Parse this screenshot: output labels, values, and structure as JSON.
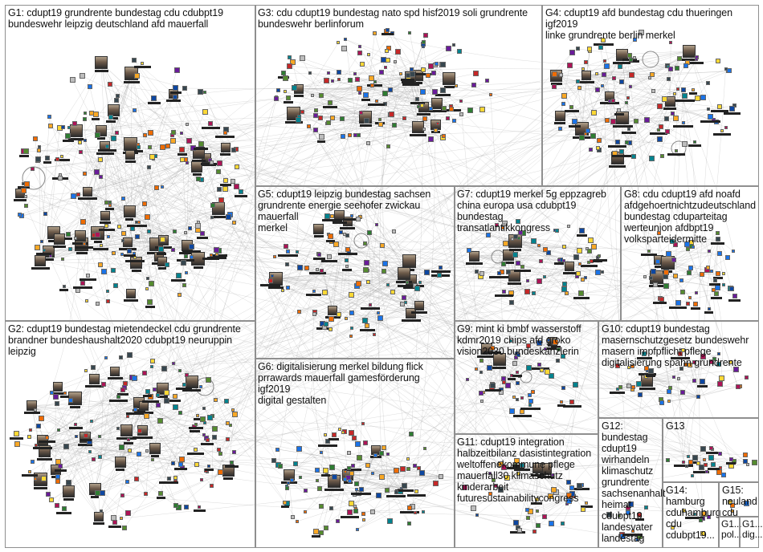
{
  "graph": {
    "background": "#ffffff",
    "edge_color": "#9a9a9a",
    "groups": [
      {
        "id": "G1",
        "label": "G1: cdupt19 grundrente bundestag cdu cdubpt19\nbundeswehr leipzig deutschland afd mauerfall"
      },
      {
        "id": "G2",
        "label": "G2: cdupt19 bundestag mietendeckel cdu grundrente\nbrandner bundeshaushalt2020 cdubpt19 neuruppin leipzig"
      },
      {
        "id": "G3",
        "label": "G3: cdu cdupt19 bundestag nato spd hisf2019 soli grundrente\nbundeswehr berlinforum"
      },
      {
        "id": "G4",
        "label": "G4: cdupt19 afd bundestag cdu thueringen igf2019\nlinke grundrente berlin merkel"
      },
      {
        "id": "G5",
        "label": "G5: cdupt19 leipzig bundestag sachsen\ngrundrente energie seehofer zwickau mauerfall\nmerkel"
      },
      {
        "id": "G6",
        "label": "G6: digitalisierung merkel bildung flick\nprrawards mauerfall gamesförderung igf2019\ndigital gestalten"
      },
      {
        "id": "G7",
        "label": "G7: cdupt19 merkel 5g eppzagreb\nchina europa usa cdubpt19 bundestag\ntransatlantikkongress"
      },
      {
        "id": "G8",
        "label": "G8: cdu cdupt19 afd noafd\nafdgehoertnichtzudeutschland\nbundestag cduparteitag\nwerteunion afdbpt19\nvolksparteidermitte"
      },
      {
        "id": "G9",
        "label": "G9: mint ki bmbf wasserstoff\nkdmr2019 chips afd groko\nvision2030 bundeskanzlerin"
      },
      {
        "id": "G10",
        "label": "G10: cdupt19 bundestag\nmasernschutzgesetz bundeswehr\nmasern impfpflicht pflege\ndigitalisierung spahn grundrente"
      },
      {
        "id": "G11",
        "label": "G11: cdupt19 integration\nhalbzeitbilanz dasistintegration\nweltoffenekommune pflege\nmauerfall30 klimaschutz\nkinderarbeit\nfuturesustainabilitycongress"
      },
      {
        "id": "G12",
        "label": "G12:\nbundestag\ncdupt19\nwirhandeln\nklimaschutz\ngrundrente\nsachsenanhalt\nheimat\ncdubpt19\nlandesvater\nlandestag"
      },
      {
        "id": "G13",
        "label": "G13"
      },
      {
        "id": "G14",
        "label": "G14:\nhamburg\ncduhamburg\ncdu\ncdubpt19..."
      },
      {
        "id": "G15",
        "label": "G15:\nneuland\ncdu"
      },
      {
        "id": "G16",
        "label": "G1...\npol..."
      },
      {
        "id": "G17",
        "label": "G1...\ndig..."
      }
    ]
  }
}
